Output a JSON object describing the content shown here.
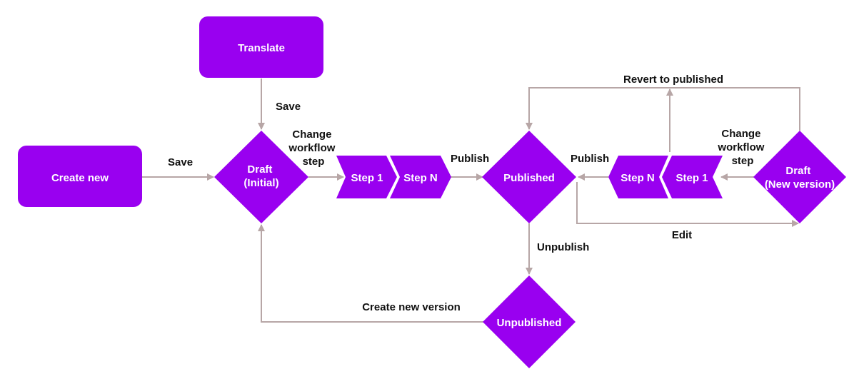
{
  "colors": {
    "node_fill": "#9900f0",
    "connector": "#b7a6a6",
    "node_text": "#ffffff",
    "label_text": "#111111",
    "background": "#ffffff"
  },
  "nodes": {
    "translate": "Translate",
    "create_new": "Create new",
    "draft_initial": [
      "Draft",
      "(Initial)"
    ],
    "step_1_left": "Step 1",
    "step_n_left": "Step N",
    "published": "Published",
    "step_n_right": "Step N",
    "step_1_right": "Step 1",
    "draft_new_version": [
      "Draft",
      "(New version)"
    ],
    "unpublished": "Unpublished"
  },
  "edges": {
    "save_from_translate": "Save",
    "save_from_create": "Save",
    "change_workflow_step_left": [
      "Change",
      "workflow",
      "step"
    ],
    "publish_left": "Publish",
    "publish_right": "Publish",
    "change_workflow_step_right": [
      "Change",
      "workflow",
      "step"
    ],
    "revert_to_published": "Revert to published",
    "edit": "Edit",
    "unpublish": "Unpublish",
    "create_new_version": "Create new version"
  }
}
